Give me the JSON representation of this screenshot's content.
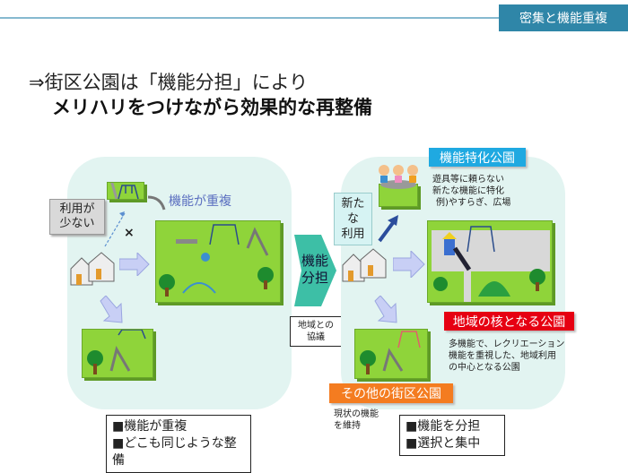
{
  "header": {
    "section_tag": "密集と機能重複"
  },
  "title": {
    "line1": "⇒街区公園は「機能分担」により",
    "line2": "メリハリをつけながら効果的な再整備"
  },
  "left": {
    "low_use": "利用が少ない",
    "low_use_l1": "利用が",
    "low_use_l2": "少ない",
    "cross": "×",
    "overlap_label": "機能が重複",
    "summary": [
      "■機能が重複",
      "■どこも同じような整備"
    ]
  },
  "center": {
    "arrow_l1": "機能",
    "arrow_l2": "分担",
    "callout_l1": "地域との",
    "callout_l2": "協議"
  },
  "right": {
    "new_use_l1": "新たな",
    "new_use_l2": "利用",
    "specialized": {
      "label": "機能特化公園",
      "desc": [
        "遊具等に頼らない",
        "新たな機能に特化",
        "例)やすらぎ、広場"
      ],
      "color": "#1fa9e1"
    },
    "core": {
      "label": "地域の核となる公園",
      "desc": [
        "多機能で、レクリエーション",
        "機能を重視した、地域利用",
        "の中心となる公園"
      ],
      "color": "#e60012"
    },
    "other": {
      "label": "その他の街区公園",
      "desc": [
        "現状の機能",
        "を維持"
      ],
      "color": "#f47c20"
    },
    "summary": [
      "■機能を分担",
      "■選択と集中"
    ]
  }
}
